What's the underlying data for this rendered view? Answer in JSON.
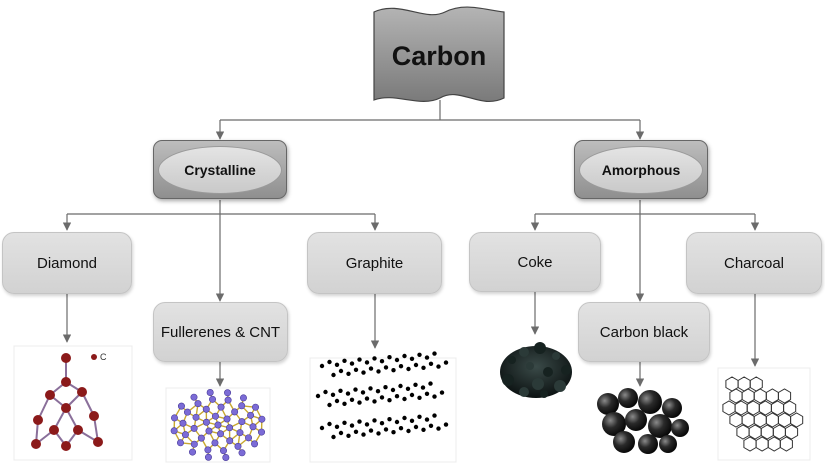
{
  "root": {
    "label": "Carbon"
  },
  "categories": [
    {
      "label": "Crystalline"
    },
    {
      "label": "Amorphous"
    }
  ],
  "forms": {
    "diamond": "Diamond",
    "fullerenes": "Fullerenes & CNT",
    "graphite": "Graphite",
    "coke": "Coke",
    "carbon_black": "Carbon black",
    "charcoal": "Charcoal"
  },
  "diamond_image": {
    "legend": "C"
  },
  "colors": {
    "root_fill": "#8e8e8e",
    "category_fill": "#a6a6a6",
    "leaf_fill": "#dadada",
    "connector": "#6b6b6b",
    "diamond_atom": "#8b1a1a",
    "fullerene_atom": "#7b6bd6",
    "graphite_red": "#d84040",
    "graphite_green": "#2e9e5a",
    "graphite_blue": "#4a7fd0"
  }
}
